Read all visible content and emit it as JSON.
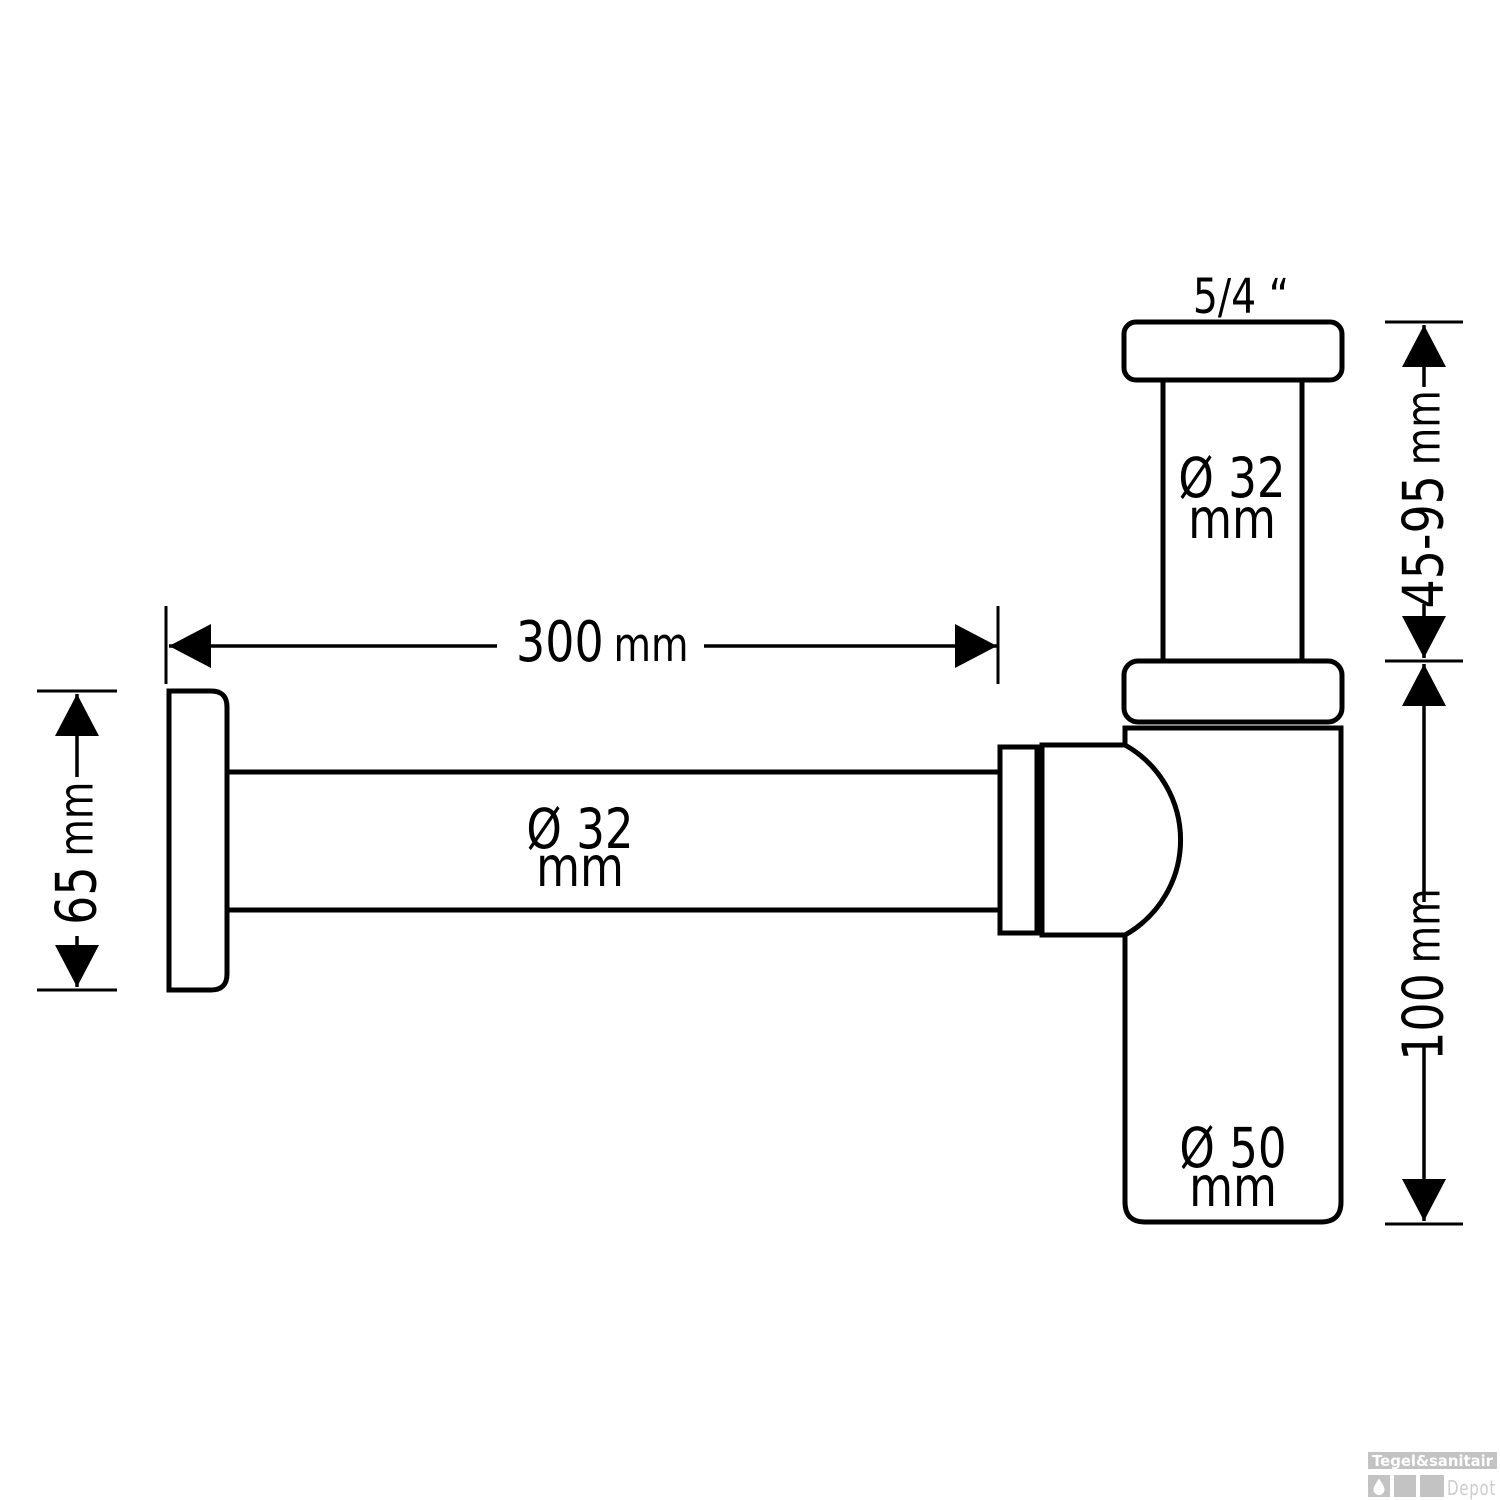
{
  "diagram": {
    "type": "technical-dimension-drawing",
    "subject": "design bottle trap siphon for washbasin",
    "dimensions": {
      "thread_label": "5/4 “",
      "horizontal_length": {
        "value": "300",
        "unit": "mm"
      },
      "flange_height": {
        "value": "65",
        "unit": "mm"
      },
      "inlet_adjustment": {
        "value": "45-95",
        "unit": "mm"
      },
      "body_height": {
        "value": "100",
        "unit": "mm"
      },
      "vertical_pipe_diameter": {
        "line1": "Ø 32",
        "line2": "mm"
      },
      "horizontal_pipe_diameter": {
        "line1": "Ø 32",
        "line2": "mm"
      },
      "body_diameter": {
        "line1": "Ø 50",
        "line2": "mm"
      }
    },
    "colors": {
      "line": "#000000",
      "background": "#ffffff",
      "watermark_gray": "#c3c3c3",
      "watermark_light_gray": "#cdcdcd"
    }
  },
  "watermark": {
    "brand": "Tegel&sanitair",
    "sub": "Depot"
  }
}
